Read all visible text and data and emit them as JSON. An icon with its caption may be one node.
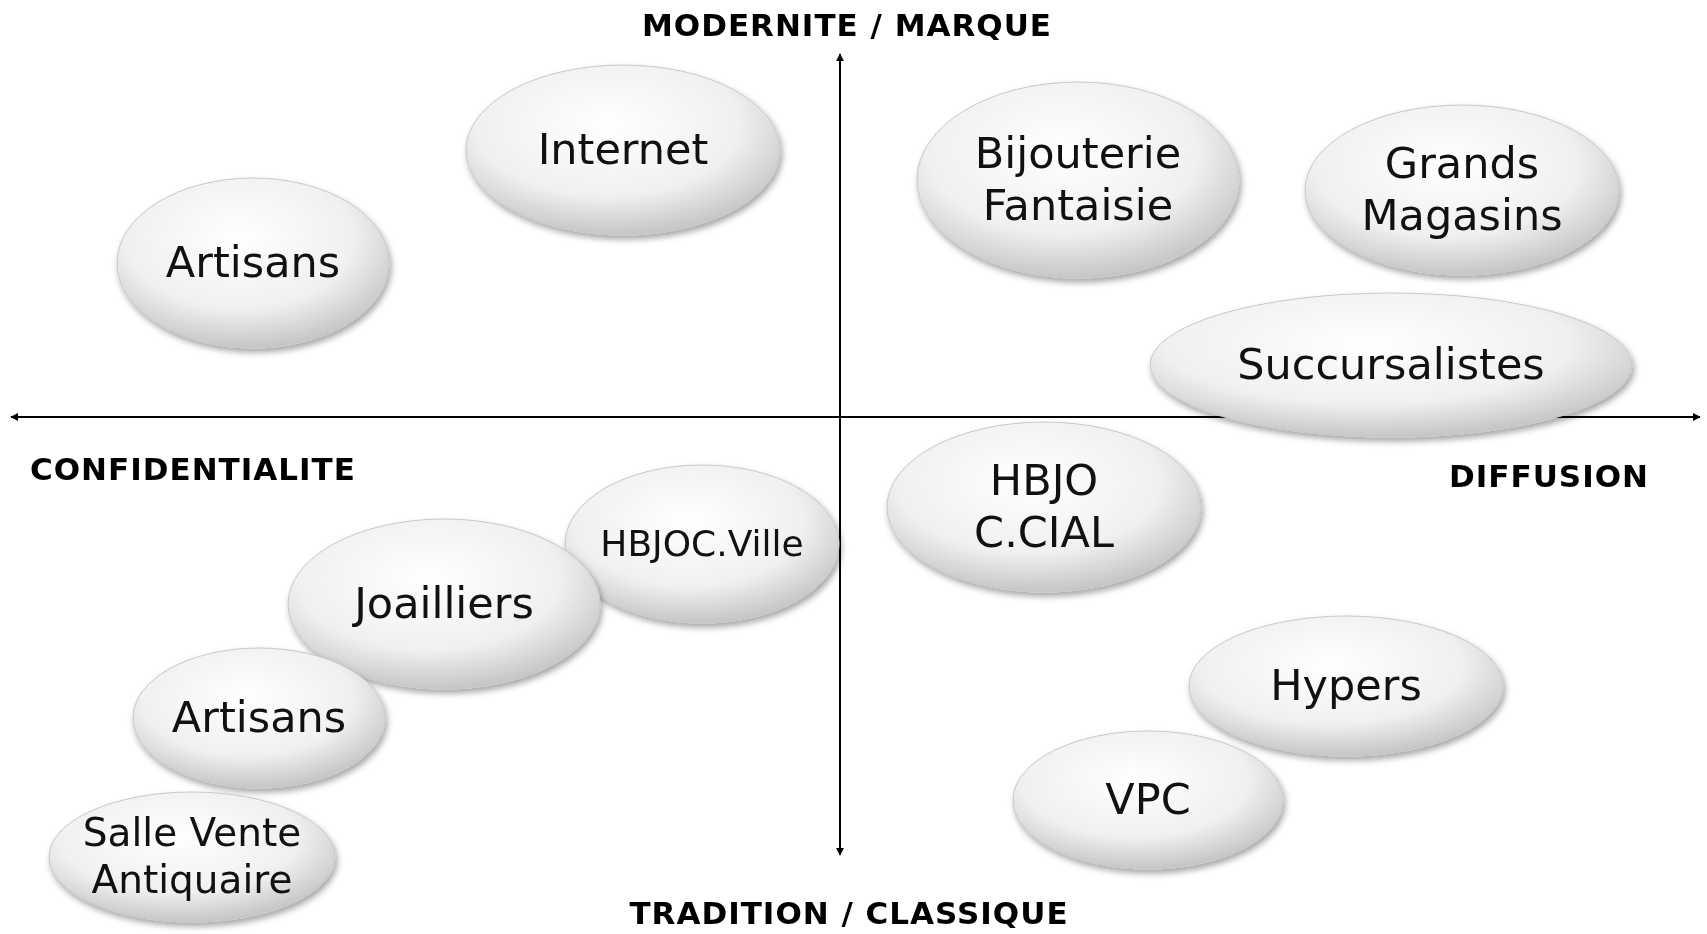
{
  "diagram": {
    "nodes": [
      {
        "text": [
          "Internet"
        ]
      },
      {
        "text": [
          "Bijouterie Fantaisie"
        ]
      },
      {
        "text": [
          "Grands Magasins"
        ]
      },
      {
        "text": [
          "Artisans"
        ]
      },
      {
        "text": [
          "Succursalistes"
        ]
      },
      {
        "text": [
          "HBJO C.CIAL"
        ]
      },
      {
        "text": [
          "HBJOC.Ville"
        ]
      },
      {
        "text": [
          "Joailliers"
        ]
      },
      {
        "text": [
          "Hypers"
        ]
      },
      {
        "text": [
          "Artisans"
        ]
      },
      {
        "text": [
          "VPC"
        ]
      },
      {
        "text": [
          "Salle Vente Antiquaire"
        ]
      }
    ],
    "labels": [
      "MODERNITE / MARQUE",
      "CONFIDENTIALITE",
      "DIFFUSION",
      "TRADITION / CLASSIQUE"
    ]
  }
}
